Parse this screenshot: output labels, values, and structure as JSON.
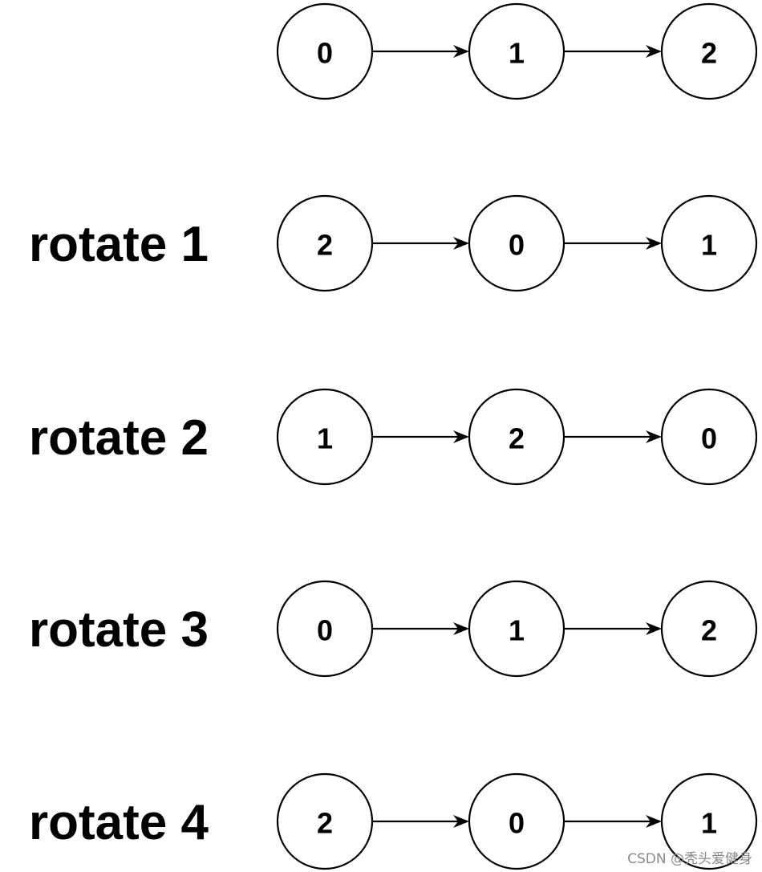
{
  "rows": [
    {
      "label": "",
      "nodes": [
        "0",
        "1",
        "2"
      ]
    },
    {
      "label": "rotate 1",
      "nodes": [
        "2",
        "0",
        "1"
      ]
    },
    {
      "label": "rotate 2",
      "nodes": [
        "1",
        "2",
        "0"
      ]
    },
    {
      "label": "rotate 3",
      "nodes": [
        "0",
        "1",
        "2"
      ]
    },
    {
      "label": "rotate 4",
      "nodes": [
        "2",
        "0",
        "1"
      ]
    }
  ],
  "watermark": "CSDN @秃头爱健身"
}
